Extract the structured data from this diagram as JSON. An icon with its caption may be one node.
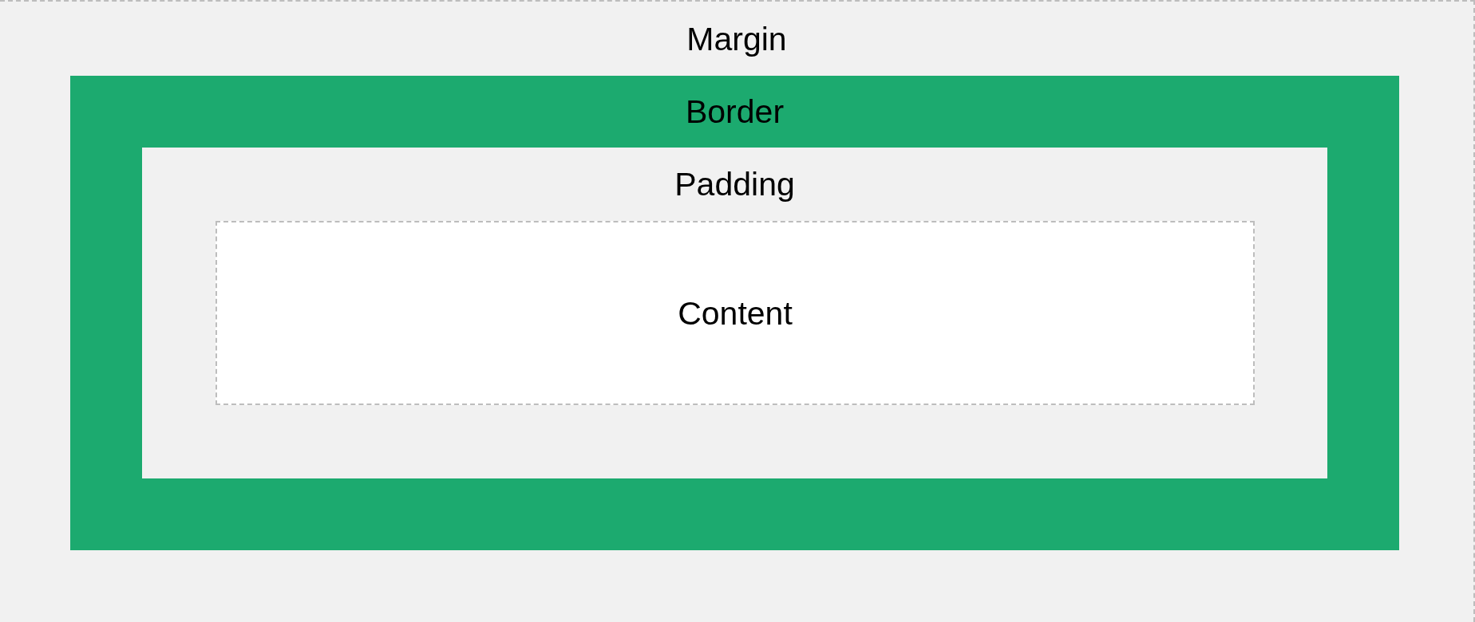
{
  "diagram": {
    "nodes": [
      {
        "text": [
          "Margin"
        ]
      },
      {
        "text": [
          "Border"
        ],
        "in": 0
      },
      {
        "text": [
          "Padding"
        ],
        "in": 1
      },
      {
        "text": [
          "Content"
        ],
        "in": 2
      }
    ]
  }
}
